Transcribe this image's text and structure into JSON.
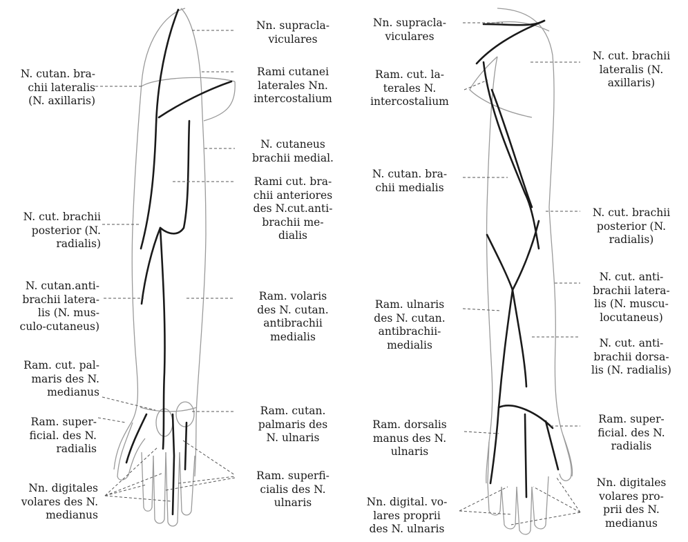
{
  "labels": {
    "left_arm": {
      "supraclaviculares": "Nn. supracla-\nviculares",
      "rami_cutanei_laterales": "Rami cutanei\nlaterales Nn.\nintercostalium",
      "cutan_brachii_lateralis": "N. cutan. bra-\nchii  lateralis\n(N. axillaris)",
      "cutaneus_brachii_medial": "N. cutaneus\nbrachii medial.",
      "rami_cut_brachii_anteriores": "Rami cut. bra-\nchii anteriores\ndes N.cut.anti-\nbrachii me-\ndialis",
      "cut_brachii_posterior": "N. cut. brachii\nposterior  (N.\nradialis)",
      "cutan_antibrachii_lateralis": "N. cutan.anti-\nbrachii latera-\nlis  (N.  mus-\nculo-cutaneus)",
      "ram_volaris": "Ram.  volaris\ndes N. cutan.\nantibrachii\nmedialis",
      "ram_cut_palmaris_medianus": "Ram. cut. pal-\nmaris des N.\nmedianus",
      "ram_cutan_palmaris_ulnaris": "Ram.  cutan.\npalmaris des\nN.  ulnaris",
      "ram_superficial_radialis": "Ram.  super-\nficial.  des N.\nradialis",
      "ram_superficialis_ulnaris": "Ram.  superfi-\ncialis des N.\nulnaris",
      "digitales_volares_medianus": "Nn.  digitales\nvolares des N.\nmedianus"
    },
    "right_arm": {
      "supraclaviculares": "Nn.  supracla-\nviculares",
      "cut_brachii_lateralis": "N. cut. brachii\nlateralis  (N.\naxillaris)",
      "ram_cut_laterales": "Ram.  cut.  la-\nterales  N.\nintercostalium",
      "cutan_brachii_medialis": "N.  cutan. bra-\nchii  medialis",
      "cut_brachii_posterior": "N. cut. brachii\nposterior  (N.\nradialis)",
      "cut_antibrachii_lateralis": "N.  cut.  anti-\nbrachii latera-\nlis (N.  muscu-\nlocutaneus)",
      "ram_ulnaris": "Ram.  ulnaris\ndes N. cutan.\nantibrachii-\nmedialis",
      "cut_antibrachii_dorsalis": "N.  cut.  anti-\nbrachii  dorsa-\nlis (N. radialis)",
      "ram_dorsalis_manus": "Ram.  dorsalis\nmanus des N.\nulnaris",
      "ram_superficial_radialis": "Ram.  super-\nficial.  des N.\nradialis",
      "digital_volares_ulnaris": "Nn. digital. vo-\nlares  proprii\ndes  N.  ulnaris",
      "digitales_volares_proprii_medianus": "Nn.  digitales\nvolares  pro-\nprii  des  N.\nmedianus"
    }
  },
  "colors": {
    "ink": "#1a1a1a",
    "leader": "#555555",
    "outline": "#9a9a9a"
  }
}
